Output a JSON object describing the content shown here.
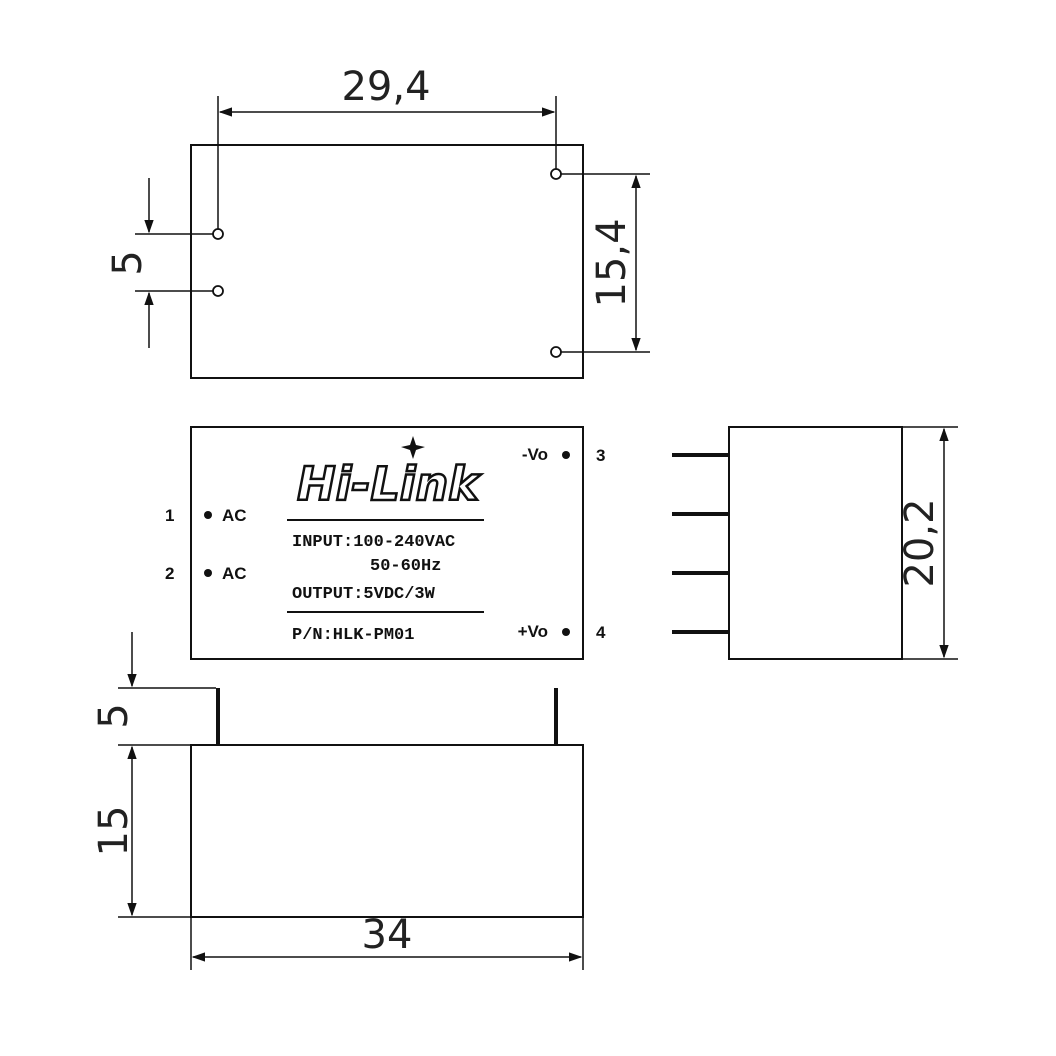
{
  "dimensions": {
    "top_width": "29,4",
    "pin_spacing_left": "5",
    "pin_spacing_right": "15,4",
    "side_height": "20,2",
    "pin_length": "5",
    "body_height": "15",
    "body_length": "34"
  },
  "module": {
    "brand": "Hi-Link",
    "input_line": "INPUT:100-240VAC",
    "freq_line": "50-60Hz",
    "output_line": "OUTPUT:5VDC/3W",
    "part_line": "P/N:HLK-PM01"
  },
  "pins": [
    {
      "number": "1",
      "label": "AC"
    },
    {
      "number": "2",
      "label": "AC"
    },
    {
      "number": "3",
      "label": "-Vo"
    },
    {
      "number": "4",
      "label": "+Vo"
    }
  ]
}
